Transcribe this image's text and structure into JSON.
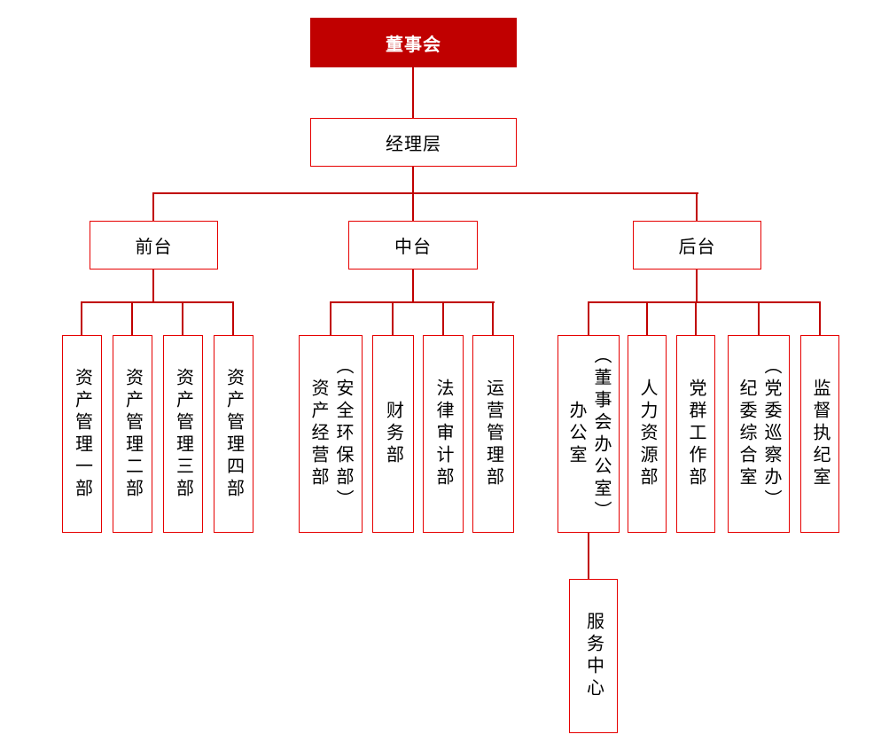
{
  "colors": {
    "accent_red": "#C00000",
    "line_red": "#C00000",
    "border_red": "#E60000",
    "root_text": "#FFFFFF",
    "node_text": "#000000",
    "background": "#FFFFFF"
  },
  "org": {
    "board": {
      "label": "董事会"
    },
    "management": {
      "label": "经理层"
    },
    "groups": [
      {
        "label": "前台",
        "children": [
          {
            "label": "资产管理一部"
          },
          {
            "label": "资产管理二部"
          },
          {
            "label": "资产管理三部"
          },
          {
            "label": "资产管理四部"
          }
        ]
      },
      {
        "label": "中台",
        "children": [
          {
            "label": "资产经营部",
            "sub": "（安全环保部）"
          },
          {
            "label": "财务部"
          },
          {
            "label": "法律审计部"
          },
          {
            "label": "运营管理部"
          }
        ]
      },
      {
        "label": "后台",
        "children": [
          {
            "label": "办公室",
            "sub": "（董事会办公室）",
            "children": [
              {
                "label": "服务中心"
              }
            ]
          },
          {
            "label": "人力资源部"
          },
          {
            "label": "党群工作部"
          },
          {
            "label": "纪委综合室",
            "sub": "（党委巡察办）"
          },
          {
            "label": "监督执纪室"
          }
        ]
      }
    ]
  }
}
